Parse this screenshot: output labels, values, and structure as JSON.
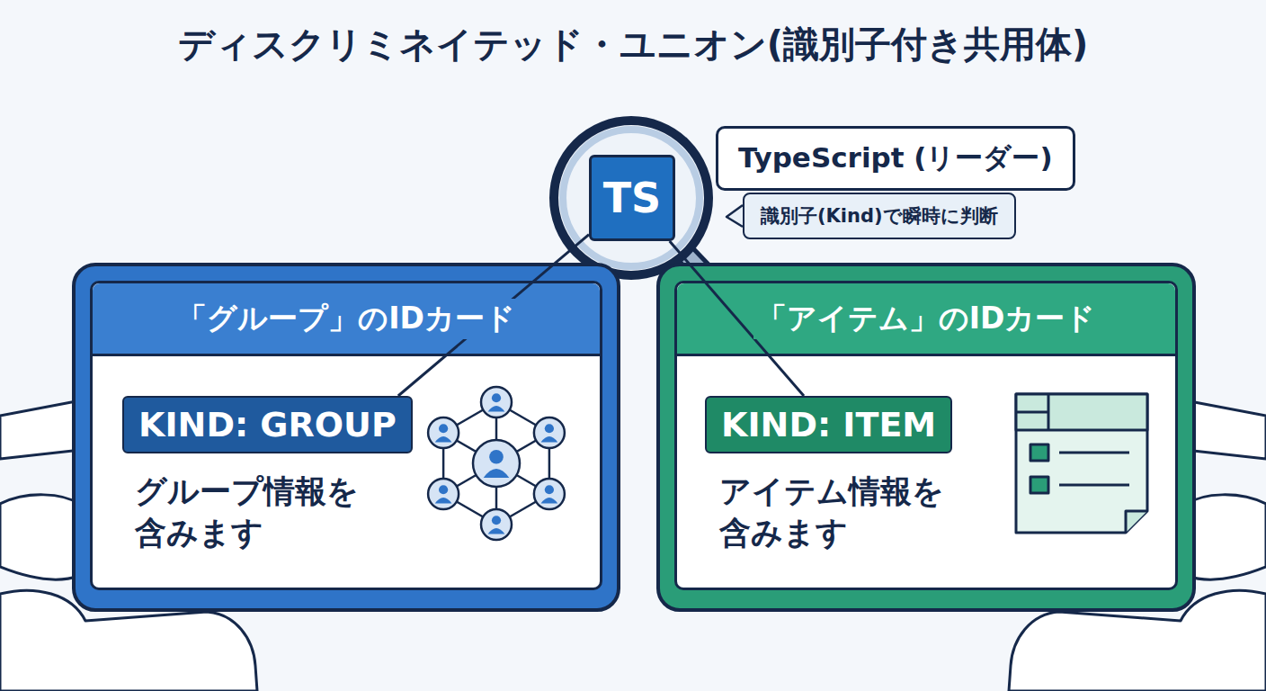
{
  "diagram": {
    "title": "ディスクリミネイテッド・ユニオン(識別子付き共用体)",
    "nodes": [
      {
        "text": [
          "TS"
        ]
      },
      {
        "text": [
          "TypeScript (リーダー)"
        ]
      },
      {
        "text": [
          "識別子(Kind)で瞬時に判断"
        ]
      },
      {
        "text": [
          "「グループ」のIDカード",
          "グループ情報を 含みます"
        ]
      },
      {
        "text": [
          "KIND: GROUP"
        ],
        "in": 3
      },
      {
        "text": [
          "「アイテム」のIDカード",
          "アイテム情報を 含みます"
        ]
      },
      {
        "text": [
          "KIND: ITEM"
        ],
        "in": 5
      }
    ],
    "edges": [
      {
        "from": 0,
        "to": 4,
        "arrow": "none"
      },
      {
        "from": 0,
        "to": 6,
        "arrow": "none"
      }
    ]
  }
}
